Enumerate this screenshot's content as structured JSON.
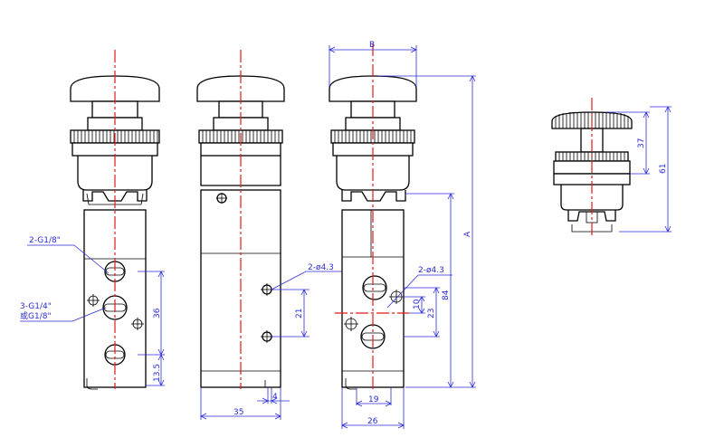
{
  "labels": {
    "port_top_left": "2-G1/8\"",
    "port_center_line1": "3-G1/4\"",
    "port_center_line2": "或G1/8\"",
    "hole_side": "2-ø4.3",
    "hole_right": "2-ø4.3"
  },
  "dimensions": {
    "b": "B",
    "a": "A",
    "d36": "36",
    "d13_5": "13.5",
    "d35": "35",
    "d4": "4",
    "d21": "21",
    "d19": "19",
    "d26": "26",
    "d10": "10",
    "d23": "23",
    "d84": "84",
    "d37": "37",
    "d61": "61"
  },
  "colors": {
    "outline": "#000000",
    "dimension": "#2b2bd8",
    "centerline": "#e01b1b"
  }
}
